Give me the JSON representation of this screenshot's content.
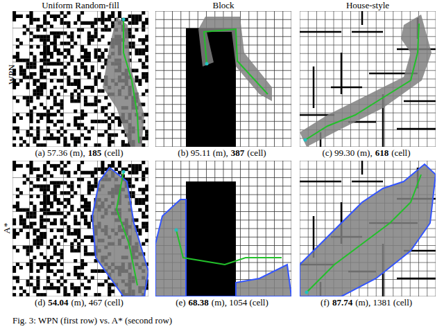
{
  "diagram": {
    "caption": "Fig. 3: WPN (first row) vs. A* (second row)",
    "labels": [
      "Uniform Random-fill",
      "Block",
      "House-style",
      "WPN",
      "A*",
      "(a) 57.36 (m),",
      "185",
      "(cell)",
      "(b) 95.11 (m),",
      "387",
      "(cell)",
      "(c) 99.30 (m),",
      "618",
      "(cell)",
      "(d)",
      "54.04",
      "(m), 467 (cell)",
      "(e)",
      "68.38",
      "(m), 1054 (cell)",
      "(f)",
      "87.74",
      "(m), 1381 (cell)"
    ]
  }
}
